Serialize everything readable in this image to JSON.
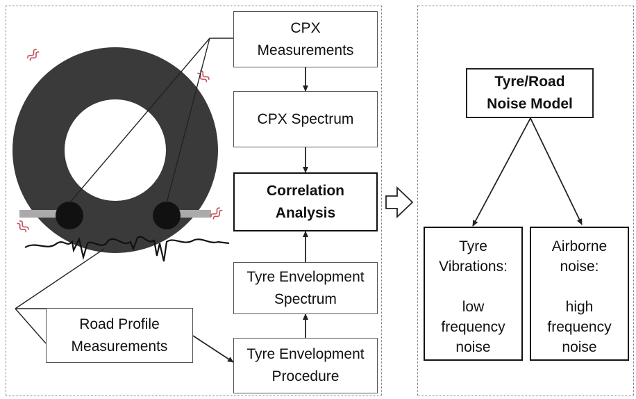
{
  "left_flow": {
    "cpx_measurements": "CPX\nMeasurements",
    "cpx_spectrum": "CPX Spectrum",
    "correlation_analysis": "Correlation\nAnalysis",
    "tyre_envelopment_spectrum": "Tyre Envelopment\nSpectrum",
    "tyre_envelopment_procedure": "Tyre Envelopment\nProcedure",
    "road_profile_measurements": "Road Profile\nMeasurements"
  },
  "right_flow": {
    "noise_model": "Tyre/Road\nNoise Model",
    "tyre_vibrations": "Tyre\nVibrations:\n\nlow\nfrequency\nnoise",
    "airborne_noise": "Airborne\nnoise:\n\nhigh\nfrequency\nnoise"
  },
  "icons": {
    "tyre": "tyre-cross-section-illustration",
    "microphone": "microphone-icon",
    "vibration": "vibration-wave-icon",
    "transition": "hollow-arrow-right-icon"
  },
  "colors": {
    "tyre": "#3a3a3a",
    "microphone": "#111111",
    "vibration": "#c0505a",
    "line": "#222222"
  }
}
